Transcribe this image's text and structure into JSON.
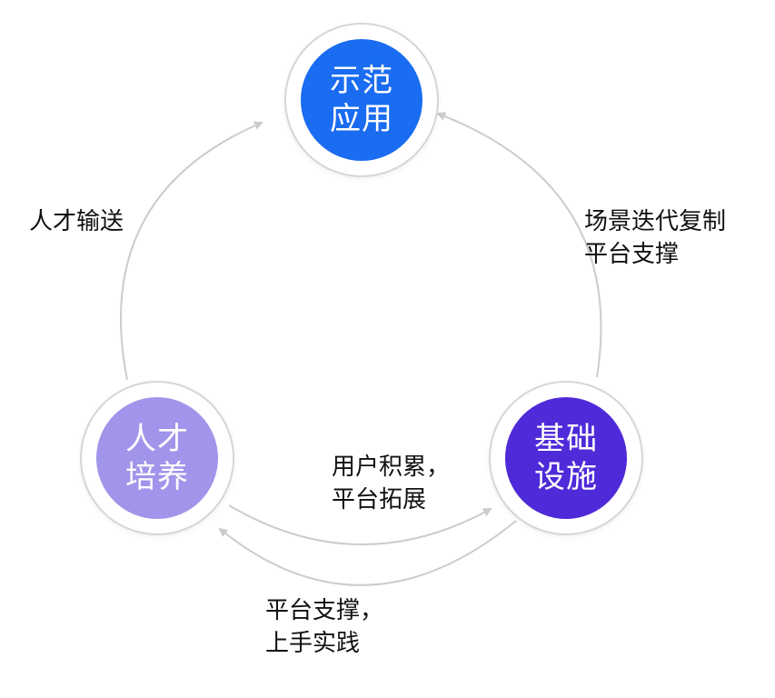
{
  "colors": {
    "top_node": "#1a6cf0",
    "left_node": "#a095ea",
    "right_node": "#4f2ad9",
    "ring": "#d6d6d6",
    "arrow": "#cccccc"
  },
  "nodes": {
    "top": {
      "line1": "示范",
      "line2": "应用"
    },
    "left": {
      "line1": "人才",
      "line2": "培养"
    },
    "right": {
      "line1": "基础",
      "line2": "设施"
    }
  },
  "edges": {
    "left_to_top": {
      "line1": "人才输送"
    },
    "right_to_top": {
      "line1": "场景迭代复制",
      "line2": "平台支撑"
    },
    "left_to_right": {
      "line1": "用户积累，",
      "line2": "平台拓展"
    },
    "right_to_left": {
      "line1": "平台支撑，",
      "line2": "上手实践"
    }
  }
}
